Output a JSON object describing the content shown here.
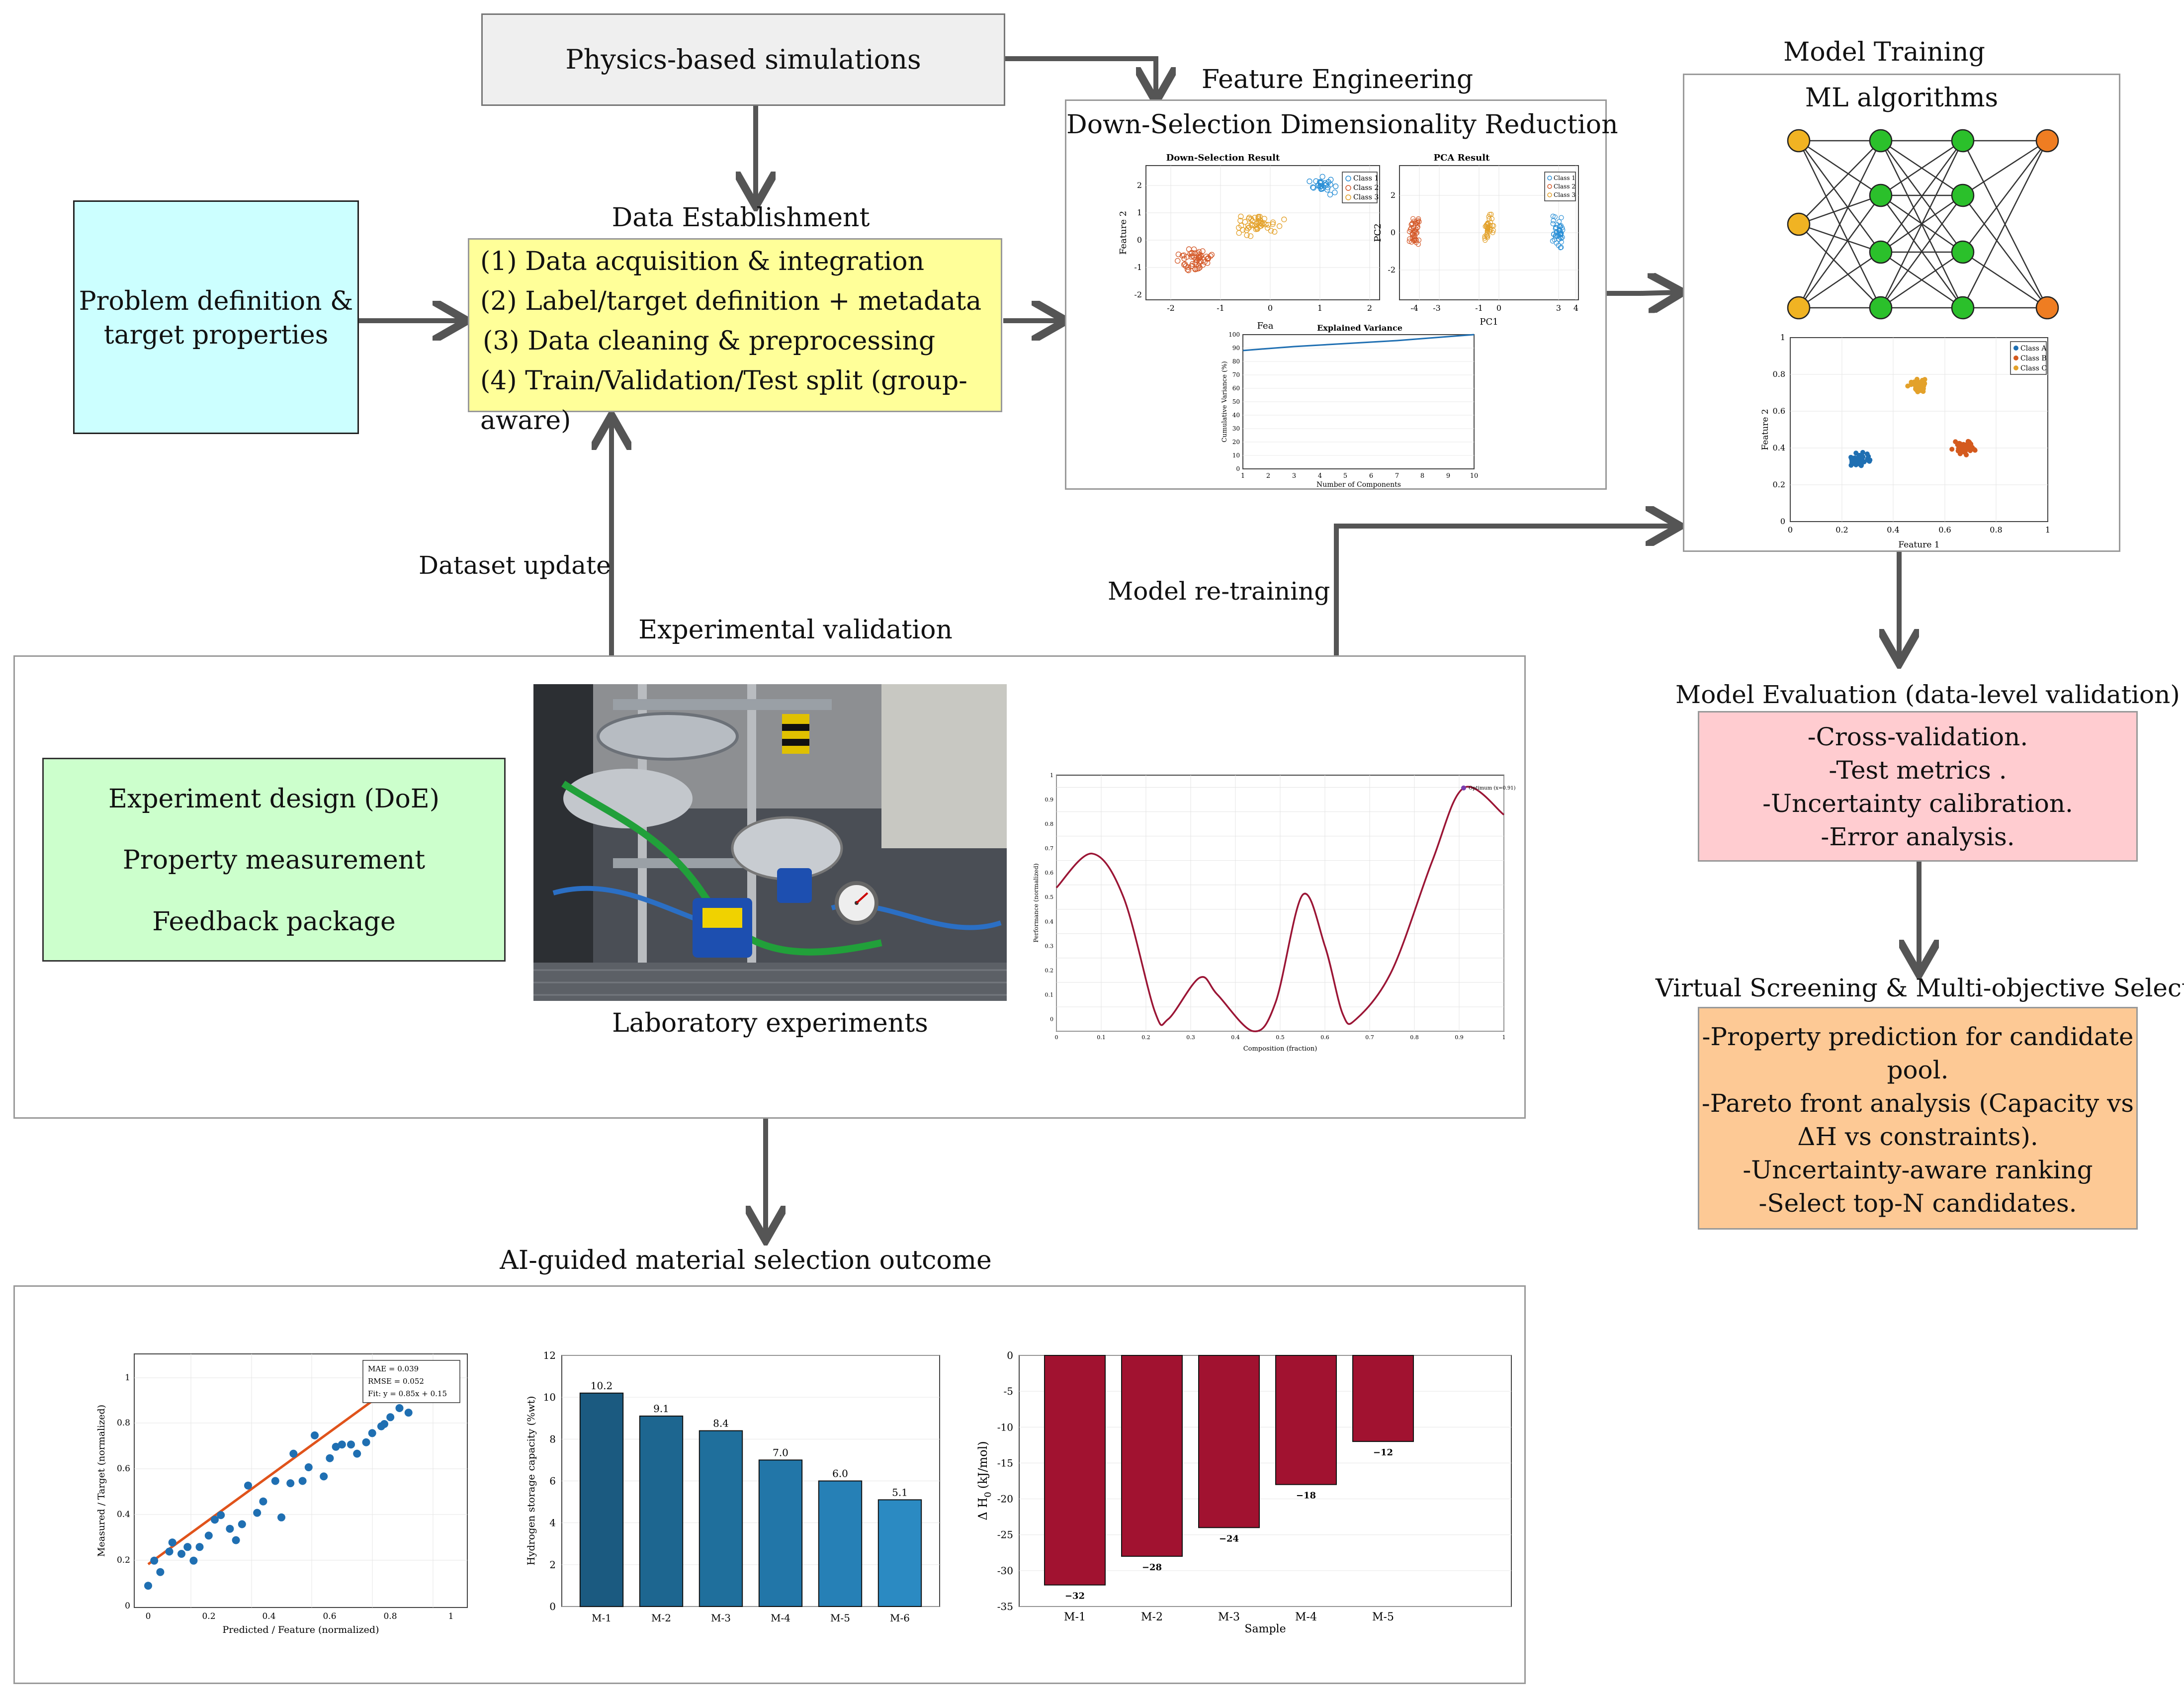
{
  "physics": {
    "label": "Physics-based simulations"
  },
  "problem": {
    "line1": "Problem definition &",
    "line2": "target properties"
  },
  "data_establishment": {
    "title": "Data Establishment",
    "items": [
      "(1) Data acquisition & integration",
      "(2) Label/target definition + metadata",
      "(3) Data cleaning & preprocessing",
      "(4) Train/Validation/Test split (group-aware)"
    ]
  },
  "feature_engineering": {
    "title": "Feature Engineering",
    "subtitle": "Down-Selection Dimensionality Reduction",
    "down_selection": {
      "title": "Down-Selection Result",
      "xlabel": "Fea",
      "ylabel": "Feature 2",
      "legend": [
        "Class 1",
        "Class 2",
        "Class 3"
      ],
      "xticks": [
        "-2",
        "-1",
        "0",
        "1",
        "2"
      ],
      "yticks": [
        "2",
        "1",
        "0",
        "-1",
        "-2"
      ]
    },
    "pca": {
      "title": "PCA Result",
      "xlabel": "PC1",
      "ylabel": "PC2",
      "legend": [
        "Class 1",
        "Class 2",
        "Class 3"
      ],
      "xticks": [
        "-4",
        "-3",
        "-1",
        "0",
        "3",
        "4"
      ],
      "yticks": [
        "2",
        "0",
        "-2"
      ]
    },
    "explained": {
      "title": "Explained Variance",
      "xlabel": "Number of Components",
      "ylabel": "Cumulative Variance (%)",
      "xticks": [
        "1",
        "2",
        "3",
        "4",
        "5",
        "6",
        "7",
        "8",
        "9",
        "10"
      ],
      "yticks": [
        "100",
        "90",
        "80",
        "70",
        "60",
        "50",
        "40",
        "30",
        "20",
        "10",
        "0"
      ]
    }
  },
  "model_training": {
    "title": "Model Training",
    "subtitle": "ML algorithms",
    "scatter": {
      "xlabel": "Feature 1",
      "ylabel": "Feature 2",
      "legend": [
        "Class A",
        "Class B",
        "Class C"
      ],
      "xticks": [
        "0",
        "0.2",
        "0.4",
        "0.6",
        "0.8",
        "1"
      ],
      "yticks": [
        "1",
        "0.8",
        "0.6",
        "0.4",
        "0.2",
        "0"
      ]
    },
    "colors": {
      "input": "#f0b323",
      "hidden": "#2bc02b",
      "output": "#ef7d22"
    }
  },
  "model_evaluation": {
    "title": "Model Evaluation (data-level validation)",
    "items": [
      "-Cross-validation.",
      "-Test metrics .",
      "-Uncertainty calibration.",
      "-Error analysis."
    ]
  },
  "virtual_screening": {
    "title": "Virtual Screening & Multi-objective Selection",
    "lines": [
      "-Property prediction for candidate",
      "pool.",
      "-Pareto front analysis (Capacity vs",
      "ΔH vs constraints).",
      "-Uncertainty-aware ranking",
      "-Select top-N candidates."
    ]
  },
  "arrows": {
    "dataset_update": "Dataset update",
    "model_retraining": "Model re-training"
  },
  "experimental": {
    "title": "Experimental validation",
    "items": [
      "Experiment design (DoE)",
      "Property measurement",
      "Feedback package"
    ],
    "lab_caption": "Laboratory experiments",
    "curve": {
      "xlabel": "Composition (fraction)",
      "ylabel": "Performance (normalized)",
      "annotation": "Optimum (x=0.91)",
      "xticks": [
        "0",
        "0.1",
        "0.2",
        "0.3",
        "0.4",
        "0.5",
        "0.6",
        "0.7",
        "0.8",
        "0.9",
        "1"
      ],
      "yticks": [
        "1",
        "0.9",
        "0.8",
        "0.7",
        "0.6",
        "0.5",
        "0.4",
        "0.3",
        "0.2",
        "0.1",
        "0"
      ]
    }
  },
  "outcome": {
    "title": "AI-guided material selection outcome",
    "parity": {
      "xlabel": "Predicted / Feature (normalized)",
      "ylabel": "Measured / Target (normalized)",
      "stats": [
        "MAE = 0.039",
        "RMSE = 0.052",
        "Fit: y = 0.85x + 0.15"
      ],
      "xticks": [
        "0",
        "0.2",
        "0.4",
        "0.6",
        "0.8",
        "1"
      ],
      "yticks": [
        "1",
        "0.8",
        "0.6",
        "0.4",
        "0.2",
        "0"
      ]
    },
    "dh_ylabel": "Δ H",
    "dh_ylabel_sub": "0",
    "dh_ylabel_unit": "(kJ/mol)"
  },
  "chart_data": [
    {
      "type": "bar",
      "title": "",
      "ylabel": "Hydrogen storage capacity (%wt)",
      "xlabel": "",
      "categories": [
        "M-1",
        "M-2",
        "M-3",
        "M-4",
        "M-5",
        "M-6"
      ],
      "values": [
        10.2,
        9.1,
        8.4,
        7.0,
        6.0,
        5.1
      ],
      "data_labels": [
        "10.2",
        "9.1",
        "8.4",
        "7.0",
        "6.0",
        "5.1"
      ],
      "ylim": [
        0,
        12
      ],
      "yticks": [
        "0",
        "2",
        "4",
        "6",
        "8",
        "10",
        "12"
      ],
      "grid": true,
      "colors": [
        "#1b5a80",
        "#1d6690",
        "#1f6f9c",
        "#2276a8",
        "#2680b6",
        "#2b8ac2"
      ]
    },
    {
      "type": "bar",
      "title": "",
      "ylabel": "Δ H0 (kJ/mol)",
      "xlabel": "Sample",
      "categories": [
        "M-1",
        "M-2",
        "M-3",
        "M-4",
        "M-5"
      ],
      "values": [
        -32,
        -28,
        -24,
        -18,
        -12
      ],
      "data_labels": [
        "−32",
        "−28",
        "−24",
        "−18",
        "−12"
      ],
      "ylim": [
        -35,
        0
      ],
      "yticks": [
        "0",
        "-5",
        "-10",
        "-15",
        "-20",
        "-25",
        "-30",
        "-35"
      ],
      "grid": true,
      "colors": [
        "#a11230"
      ]
    }
  ]
}
